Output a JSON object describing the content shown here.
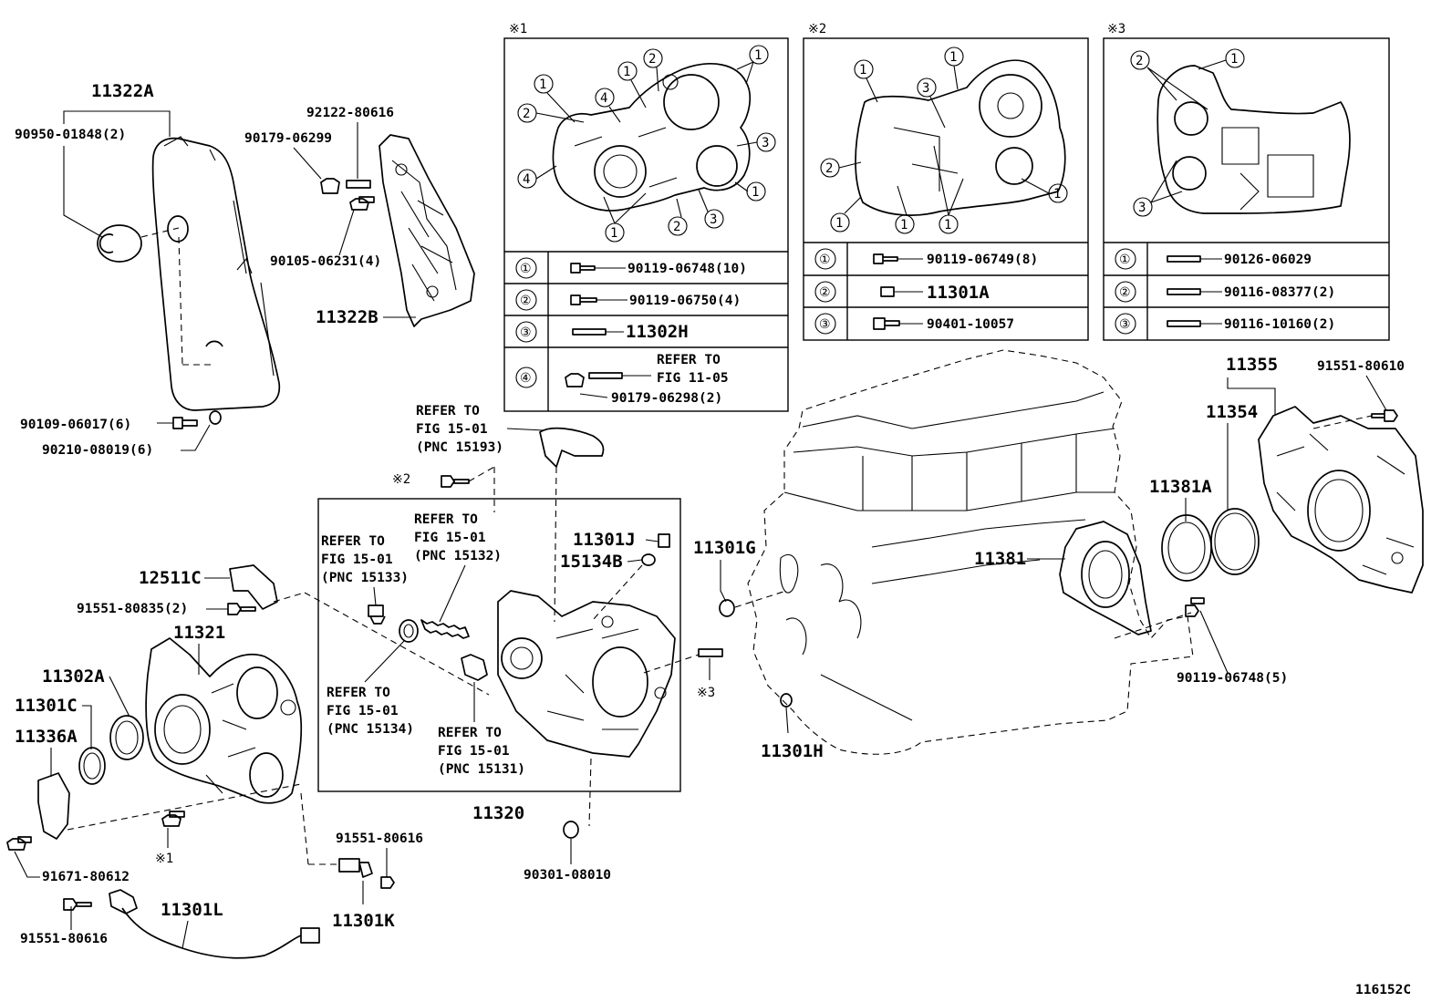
{
  "diagram": {
    "figure_id": "116152C",
    "inset1": {
      "mark": "※1",
      "rows": [
        {
          "num": "①",
          "part": "90119-06748(10)"
        },
        {
          "num": "②",
          "part": "90119-06750(4)"
        },
        {
          "num": "③",
          "part": "11302H"
        },
        {
          "num": "④",
          "part_refer_1": "REFER TO",
          "part_refer_2": "FIG 11-05",
          "part": "90179-06298(2)"
        }
      ]
    },
    "inset2": {
      "mark": "※2",
      "rows": [
        {
          "num": "①",
          "part": "90119-06749(8)"
        },
        {
          "num": "②",
          "part": "11301A"
        },
        {
          "num": "③",
          "part": "90401-10057"
        }
      ]
    },
    "inset3": {
      "mark": "※3",
      "rows": [
        {
          "num": "①",
          "part": "90126-06029"
        },
        {
          "num": "②",
          "part": "90116-08377(2)"
        },
        {
          "num": "③",
          "part": "90116-10160(2)"
        }
      ]
    },
    "labels": {
      "l11322A": "11322A",
      "l90950": "90950-01848(2)",
      "l92122": "92122-80616",
      "l90179_06299": "90179-06299",
      "l90105": "90105-06231(4)",
      "l11322B": "11322B",
      "l90109": "90109-06017(6)",
      "l90210": "90210-08019(6)",
      "l12511C": "12511C",
      "l91551_80835": "91551-80835(2)",
      "l11321": "11321",
      "l11302A": "11302A",
      "l11301C": "11301C",
      "l11336A": "11336A",
      "l91671": "91671-80612",
      "l91551_80616a": "91551-80616",
      "l11301L": "11301L",
      "l91551_80616b": "91551-80616",
      "l11301K": "11301K",
      "mark1": "※1",
      "mark2": "※2",
      "mark3": "※3",
      "l11320": "11320",
      "l90301": "90301-08010",
      "l11301J": "11301J",
      "l15134B": "15134B",
      "l11301G": "11301G",
      "l11301H": "11301H",
      "l11381": "11381",
      "l11381A": "11381A",
      "l11354": "11354",
      "l11355": "11355",
      "l91551_80610": "91551-80610",
      "l90119_06748_5": "90119-06748(5)"
    },
    "refs": {
      "r15193": {
        "line1": "REFER TO",
        "line2": "FIG 15-01",
        "line3": "(PNC 15193)"
      },
      "r15132": {
        "line1": "REFER TO",
        "line2": "FIG 15-01",
        "line3": "(PNC 15132)"
      },
      "r15133": {
        "line1": "REFER TO",
        "line2": "FIG 15-01",
        "line3": "(PNC 15133)"
      },
      "r15134": {
        "line1": "REFER TO",
        "line2": "FIG 15-01",
        "line3": "(PNC 15134)"
      },
      "r15131": {
        "line1": "REFER TO",
        "line2": "FIG 15-01",
        "line3": "(PNC 15131)"
      }
    }
  }
}
